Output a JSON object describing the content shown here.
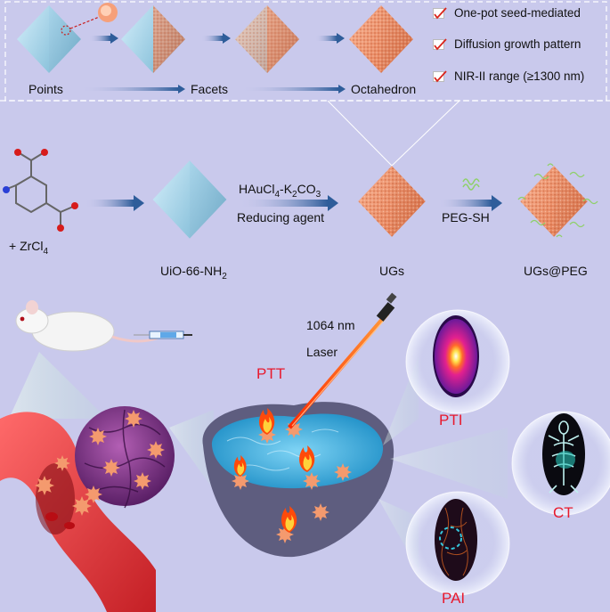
{
  "top": {
    "stages": [
      "Points",
      "Facets",
      "Octahedron"
    ],
    "features": [
      "One-pot seed-mediated",
      "Diffusion growth pattern",
      "NIR-II  range (≥1300 nm)"
    ]
  },
  "synthesis": {
    "linker_label": "+ ZrCl",
    "linker_sub": "4",
    "mof_label_main": "UiO-66-NH",
    "mof_label_sub": "2",
    "reagent_line1_a": "HAuCl",
    "reagent_line1_sub1": "4",
    "reagent_line1_b": "-K",
    "reagent_line1_sub2": "2",
    "reagent_line1_c": "CO",
    "reagent_line1_sub3": "3",
    "reagent_line2": "Reducing agent",
    "product_label": "UGs",
    "peg_reagent": "PEG-SH",
    "final_label": "UGs@PEG"
  },
  "application": {
    "laser_wavelength": "1064 nm",
    "laser_label": "Laser",
    "therapy": "PTT",
    "imaging": [
      "PTI",
      "CT",
      "PAI"
    ]
  },
  "colors": {
    "background": "#c9c9ec",
    "accent_red": "#e8192c",
    "mof_blue": "#9fd0e6",
    "gold_particle": "#f0926c"
  }
}
